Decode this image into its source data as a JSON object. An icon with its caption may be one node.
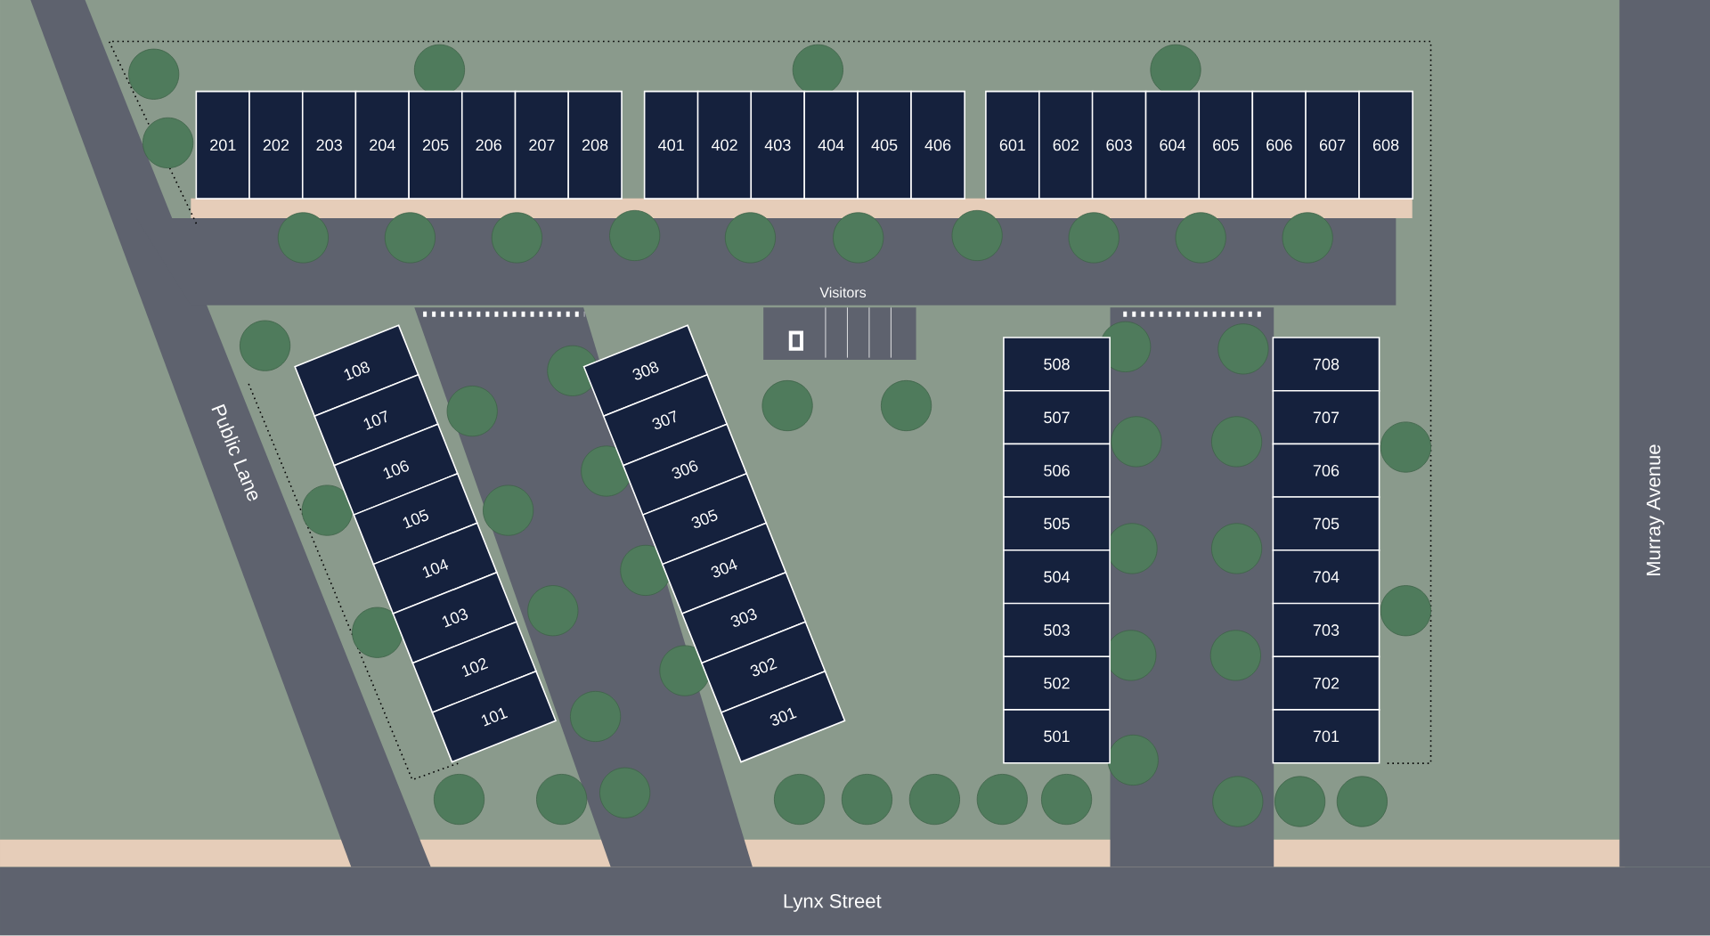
{
  "diagram": {
    "nodes": [
      {
        "text": [
          "201"
        ]
      },
      {
        "text": [
          "202"
        ]
      },
      {
        "text": [
          "203"
        ]
      },
      {
        "text": [
          "204"
        ]
      },
      {
        "text": [
          "205"
        ]
      },
      {
        "text": [
          "206"
        ]
      },
      {
        "text": [
          "207"
        ]
      },
      {
        "text": [
          "208"
        ]
      },
      {
        "text": [
          "401"
        ]
      },
      {
        "text": [
          "402"
        ]
      },
      {
        "text": [
          "403"
        ]
      },
      {
        "text": [
          "404"
        ]
      },
      {
        "text": [
          "405"
        ]
      },
      {
        "text": [
          "406"
        ]
      },
      {
        "text": [
          "601"
        ]
      },
      {
        "text": [
          "602"
        ]
      },
      {
        "text": [
          "603"
        ]
      },
      {
        "text": [
          "604"
        ]
      },
      {
        "text": [
          "605"
        ]
      },
      {
        "text": [
          "606"
        ]
      },
      {
        "text": [
          "607"
        ]
      },
      {
        "text": [
          "608"
        ]
      },
      {
        "text": [
          "108"
        ]
      },
      {
        "text": [
          "107"
        ]
      },
      {
        "text": [
          "106"
        ]
      },
      {
        "text": [
          "105"
        ]
      },
      {
        "text": [
          "104"
        ]
      },
      {
        "text": [
          "103"
        ]
      },
      {
        "text": [
          "102"
        ]
      },
      {
        "text": [
          "101"
        ]
      },
      {
        "text": [
          "308"
        ]
      },
      {
        "text": [
          "307"
        ]
      },
      {
        "text": [
          "306"
        ]
      },
      {
        "text": [
          "305"
        ]
      },
      {
        "text": [
          "304"
        ]
      },
      {
        "text": [
          "303"
        ]
      },
      {
        "text": [
          "302"
        ]
      },
      {
        "text": [
          "301"
        ]
      },
      {
        "text": [
          "508"
        ]
      },
      {
        "text": [
          "507"
        ]
      },
      {
        "text": [
          "506"
        ]
      },
      {
        "text": [
          "505"
        ]
      },
      {
        "text": [
          "504"
        ]
      },
      {
        "text": [
          "503"
        ]
      },
      {
        "text": [
          "502"
        ]
      },
      {
        "text": [
          "501"
        ]
      },
      {
        "text": [
          "708"
        ]
      },
      {
        "text": [
          "707"
        ]
      },
      {
        "text": [
          "706"
        ]
      },
      {
        "text": [
          "705"
        ]
      },
      {
        "text": [
          "704"
        ]
      },
      {
        "text": [
          "703"
        ]
      },
      {
        "text": [
          "702"
        ]
      },
      {
        "text": [
          "701"
        ]
      }
    ],
    "labels": [
      "Visitors",
      "Public Lane",
      "Murray Avenue",
      "Lynx Street"
    ]
  }
}
